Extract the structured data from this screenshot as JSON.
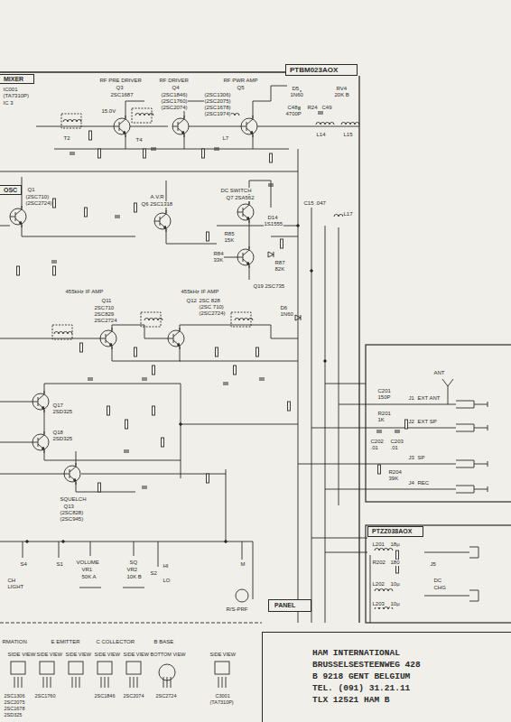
{
  "diagram": {
    "nodes": [
      {
        "text": [
          "MIXER"
        ]
      },
      {
        "text": [
          "OSC"
        ]
      },
      {
        "text": [
          "PTBM023AOX"
        ]
      },
      {
        "text": [
          "PANEL"
        ]
      },
      {
        "text": [
          "PTZZ038AOX"
        ]
      },
      {
        "text": [
          "HAM INTERNATIONAL",
          "BRUSSELSESTEENWEG 428",
          "B 9218 GENT BELGIUM",
          "TEL. (091) 31.21.11",
          "TLX 12521 HAM B"
        ]
      }
    ],
    "labels": [
      "IC001",
      "(TA7310P)",
      "IC 3",
      "RF PRE DRIVER",
      "Q3",
      "2SC1687",
      "RF DRIVER",
      "Q4",
      "(2SC1846)",
      "(2SC1760)",
      "(2SC2074)",
      "RF PWR AMP",
      "Q5",
      "(2SC1306)",
      "(2SC2075)",
      "(2SC1678)",
      "(2SC1974)",
      "D5",
      "1N60",
      "RV4",
      "20K B",
      "C48",
      "4700P",
      "R24",
      "C49",
      "L14",
      "L15",
      "T2",
      "T4",
      "L7",
      "15.0V",
      "Q1",
      "(2SC710)",
      "(2SC2724)",
      "A.V.R",
      "Q6 2SC1318",
      "DC SWITCH",
      "Q7 2SA562",
      "D14",
      "1S1555",
      "R85",
      "15K",
      "R84",
      "33K",
      "R87",
      "82K",
      "C15 .047",
      "L17",
      "Q19 2SC735",
      "455kHz IF AMP",
      "Q11",
      "2SC710",
      "2SC829",
      "2SC2724",
      "455kHz IF AMP",
      "Q12",
      "2SC 828",
      "(2SC 710)",
      "(2SC2724)",
      "D6",
      "1N60",
      "Q17",
      "2SD325",
      "Q18",
      "2SD325",
      "SQUELCH",
      "Q13",
      "(2SC828)",
      "(2SC945)",
      "S4",
      "CH",
      "LIGHT",
      "S1",
      "VOLUME",
      "VR1",
      "50K A",
      "SQ",
      "VR2",
      "10K B",
      "S2",
      "HI",
      "LO",
      "M",
      "R/S-PRF",
      "ANT",
      "C201",
      "150P",
      "J1",
      "EXT ANT",
      "R201",
      "1K",
      "J2",
      "EXT SP",
      "C202",
      ".01",
      "C203",
      ".01",
      "J3",
      "SP",
      "R204",
      "39K",
      "J4",
      "REC",
      "L201",
      "18µ",
      "R202",
      "180",
      "J5",
      "DC",
      "CHG",
      "L202",
      "10µ",
      "L203",
      "10µ",
      "RMATION",
      "E EMITTER",
      "C COLLECTOR",
      "B BASE",
      "SIDE VIEW",
      "SIDE VIEW",
      "SIDE VIEW",
      "SIDE VIEW",
      "SIDE VIEW",
      "BOTTOM VIEW",
      "SIDE VIEW",
      "2SC1306",
      "2SC2075",
      "2SC1678",
      "2SD325",
      "2SC1760",
      "2SC1846",
      "2SC2074",
      "2SC2724",
      "C3001",
      "(TA7310P)"
    ]
  }
}
